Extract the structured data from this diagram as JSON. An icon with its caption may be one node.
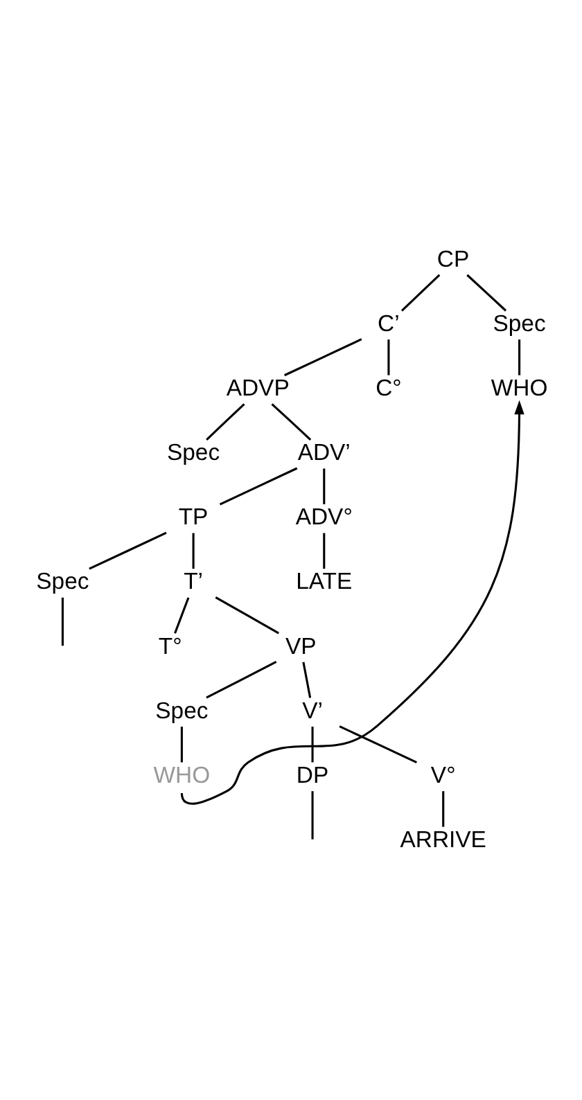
{
  "diagram": {
    "nodes": [
      {
        "text": [
          "CP"
        ]
      },
      {
        "text": [
          "C’"
        ]
      },
      {
        "text": [
          "Spec"
        ]
      },
      {
        "text": [
          "WHO"
        ]
      },
      {
        "text": [
          "ADVP"
        ]
      },
      {
        "text": [
          "C°"
        ]
      },
      {
        "text": [
          "Spec"
        ]
      },
      {
        "text": [
          "ADV’"
        ]
      },
      {
        "text": [
          "TP"
        ]
      },
      {
        "text": [
          "ADV°"
        ]
      },
      {
        "text": [
          "LATE"
        ]
      },
      {
        "text": [
          "Spec"
        ]
      },
      {
        "text": [
          "T’"
        ]
      },
      {
        "text": [
          "T°"
        ]
      },
      {
        "text": [
          "VP"
        ]
      },
      {
        "text": [
          "Spec"
        ]
      },
      {
        "text": [
          "WHO"
        ]
      },
      {
        "text": [
          "V’"
        ]
      },
      {
        "text": [
          "DP"
        ]
      },
      {
        "text": [
          "V°"
        ]
      },
      {
        "text": [
          "ARRIVE"
        ]
      }
    ],
    "edges": [
      {
        "from": 0,
        "to": 1,
        "arrow": "none"
      },
      {
        "from": 0,
        "to": 2,
        "arrow": "none"
      },
      {
        "from": 2,
        "to": 3,
        "arrow": "none"
      },
      {
        "from": 1,
        "to": 4,
        "arrow": "none"
      },
      {
        "from": 1,
        "to": 5,
        "arrow": "none"
      },
      {
        "from": 4,
        "to": 6,
        "arrow": "none"
      },
      {
        "from": 4,
        "to": 7,
        "arrow": "none"
      },
      {
        "from": 7,
        "to": 8,
        "arrow": "none"
      },
      {
        "from": 7,
        "to": 9,
        "arrow": "none"
      },
      {
        "from": 9,
        "to": 10,
        "arrow": "none"
      },
      {
        "from": 8,
        "to": 11,
        "arrow": "none"
      },
      {
        "from": 8,
        "to": 12,
        "arrow": "none"
      },
      {
        "from": 11,
        "to": null,
        "arrow": "none"
      },
      {
        "from": 12,
        "to": 14,
        "arrow": "none"
      },
      {
        "from": 12,
        "to": 13,
        "arrow": "none"
      },
      {
        "from": 14,
        "to": 15,
        "arrow": "none"
      },
      {
        "from": 14,
        "to": 17,
        "arrow": "none"
      },
      {
        "from": 15,
        "to": 16,
        "arrow": "none"
      },
      {
        "from": 17,
        "to": 18,
        "arrow": "none"
      },
      {
        "from": 17,
        "to": 19,
        "arrow": "none"
      },
      {
        "from": 18,
        "to": null,
        "arrow": "none"
      },
      {
        "from": 19,
        "to": 20,
        "arrow": "none"
      },
      {
        "from": 16,
        "to": 3,
        "arrow": "to"
      }
    ]
  }
}
